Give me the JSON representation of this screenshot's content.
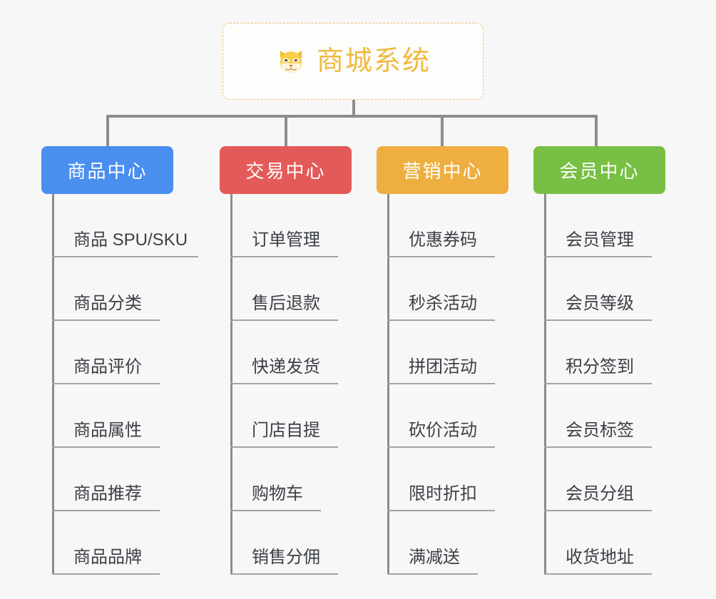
{
  "diagram": {
    "type": "org-chart-mindmap",
    "root": {
      "label": "商城系统",
      "icon": "shiba-dog-icon",
      "color": "#f0ba3e",
      "border_color": "#e8c06a"
    },
    "connector_color": "#8c8c8c",
    "background": "#f7f7f7",
    "branches": [
      {
        "label": "商品中心",
        "color": "#4a8ef0",
        "items": [
          "商品 SPU/SKU",
          "商品分类",
          "商品评价",
          "商品属性",
          "商品推荐",
          "商品品牌"
        ]
      },
      {
        "label": "交易中心",
        "color": "#e35b58",
        "items": [
          "订单管理",
          "售后退款",
          "快递发货",
          "门店自提",
          "购物车",
          "销售分佣"
        ]
      },
      {
        "label": "营销中心",
        "color": "#eeaf40",
        "items": [
          "优惠券码",
          "秒杀活动",
          "拼团活动",
          "砍价活动",
          "限时折扣",
          "满减送"
        ]
      },
      {
        "label": "会员中心",
        "color": "#77c043",
        "items": [
          "会员管理",
          "会员等级",
          "积分签到",
          "会员标签",
          "会员分组",
          "收货地址"
        ]
      }
    ]
  }
}
